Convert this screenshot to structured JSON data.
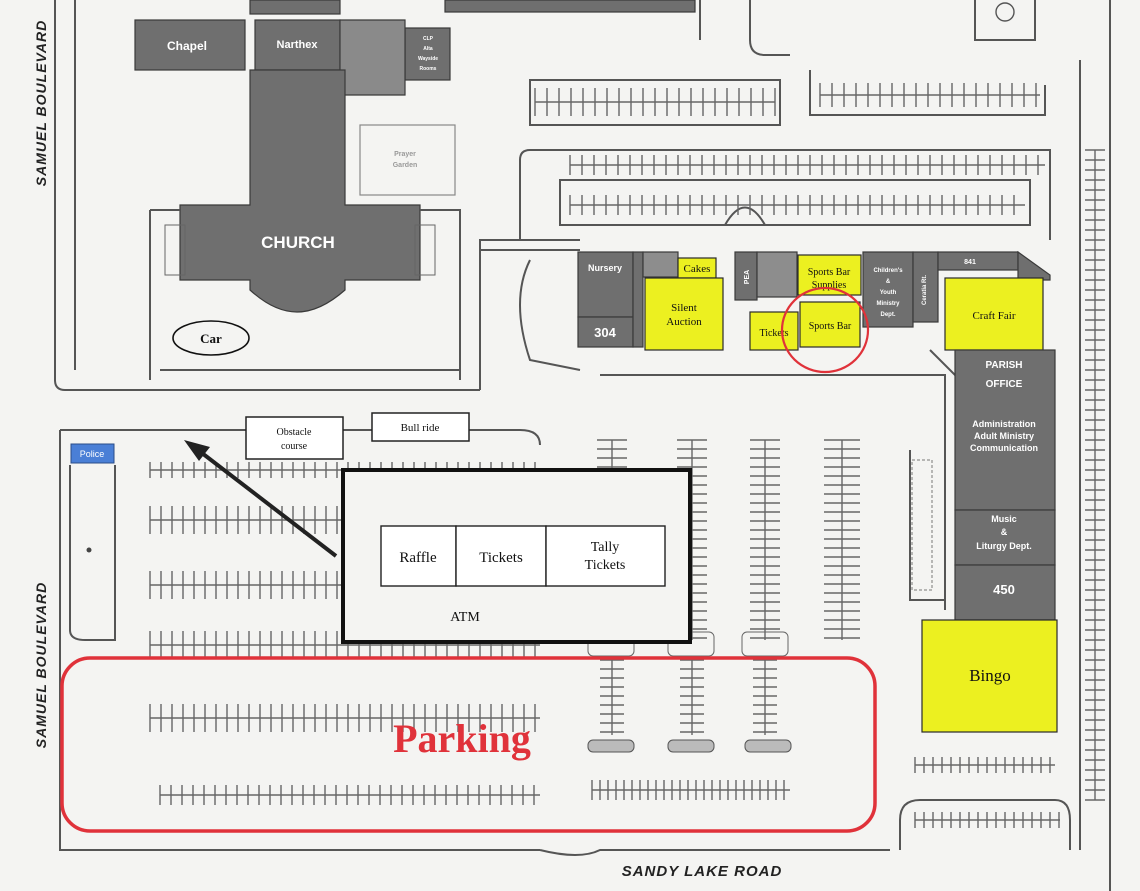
{
  "streets": {
    "west_top": "SAMUEL BOULEVARD",
    "west_bottom": "SAMUEL BOULEVARD",
    "south": "SANDY LAKE ROAD"
  },
  "buildings": {
    "chapel": "Chapel",
    "narthex": "Narthex",
    "church": "CHURCH",
    "prayer_garden": [
      "Prayer",
      "Garden"
    ],
    "clp": [
      "CLP",
      "Alta",
      "Wayside",
      "Rooms"
    ],
    "nursery": "Nursery",
    "room_304": "304",
    "pea": "PEA",
    "childrens": [
      "Children's",
      "&",
      "Youth",
      "Ministry",
      "Dept."
    ],
    "ceratia": "Ceratia Rt.",
    "room_841": "841",
    "parish_office": [
      "PARISH",
      "OFFICE"
    ],
    "admin": [
      "Administration",
      "Adult Ministry",
      "Communication"
    ],
    "music": [
      "Music",
      "&",
      "Liturgy Dept."
    ],
    "room_450": "450"
  },
  "booths": {
    "cakes": "Cakes",
    "silent_auction": [
      "Silent",
      "Auction"
    ],
    "sports_bar_supplies": [
      "Sports Bar",
      "Supplies"
    ],
    "tickets_small": "Tickets",
    "sports_bar": "Sports Bar",
    "craft_fair": "Craft Fair",
    "bingo": "Bingo",
    "obstacle_course": [
      "Obstacle",
      "course"
    ],
    "bull_ride": "Bull ride",
    "police": "Police",
    "car": "Car"
  },
  "ticket_area": {
    "raffle": "Raffle",
    "tickets": "Tickets",
    "tally": [
      "Tally",
      "Tickets"
    ],
    "atm": "ATM"
  },
  "parking": "Parking",
  "colors": {
    "building": "#6f6f6f",
    "booth_yellow": "#ecf020",
    "highlight_red": "#e0323a",
    "police_blue": "#4a7fd6"
  }
}
